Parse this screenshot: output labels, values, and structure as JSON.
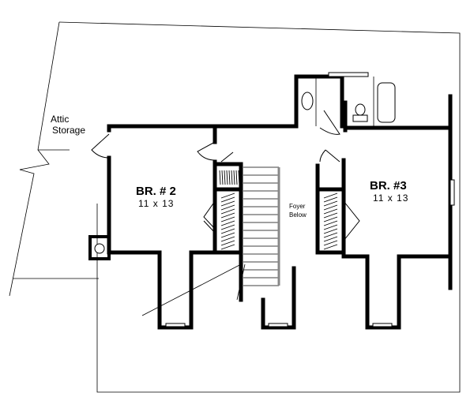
{
  "rooms": {
    "attic": {
      "line1": "Attic",
      "line2": "Storage"
    },
    "br2": {
      "name": "BR. # 2",
      "size": "11 x 13"
    },
    "br3": {
      "name": "BR. #3",
      "size": "11 x 13"
    },
    "foyer": {
      "line1": "Foyer",
      "line2": "Below"
    }
  }
}
